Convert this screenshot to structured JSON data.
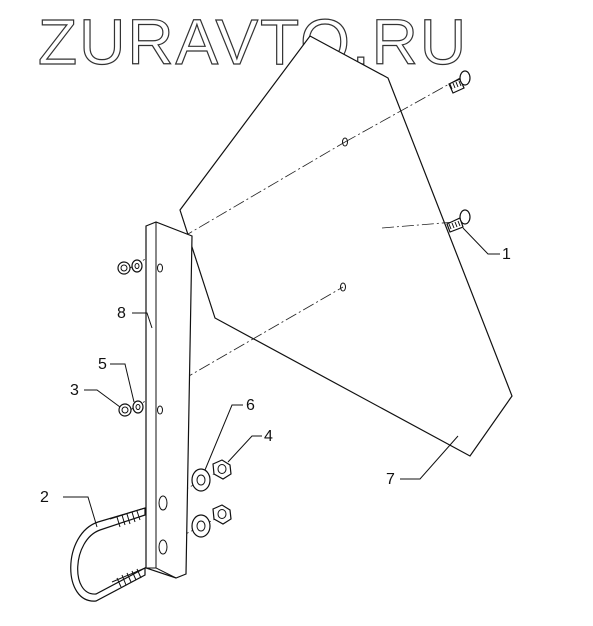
{
  "watermark": "ZURAVTO.RU",
  "callouts": {
    "c1": "1",
    "c2": "2",
    "c3": "3",
    "c4": "4",
    "c5": "5",
    "c6": "6",
    "c7": "7",
    "c8": "8"
  },
  "colors": {
    "line": "#111111",
    "background": "#ffffff"
  }
}
